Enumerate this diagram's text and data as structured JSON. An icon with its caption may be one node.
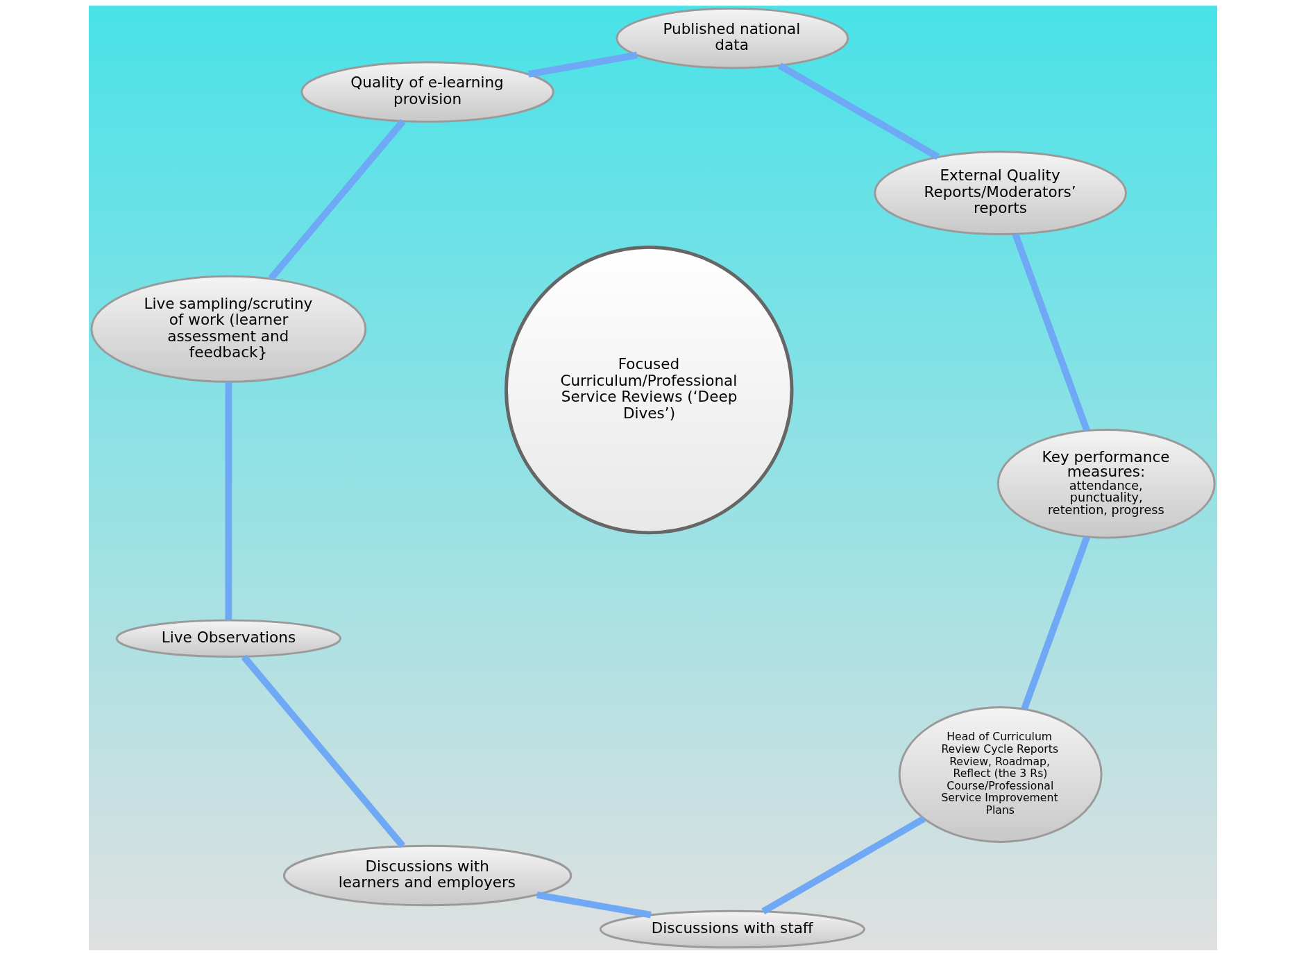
{
  "diagram": {
    "nodes": [
      {
        "text": [
          "Head of Curriculum Review Cycle Reports",
          "Review, Roadmap, Reflect (the 3 Rs)",
          "Course/Professional Service Improvement Plans"
        ]
      },
      {
        "text": [
          "Discussions with staff"
        ]
      },
      {
        "text": [
          "Discussions with learners and employers"
        ]
      },
      {
        "text": [
          "Live Observations"
        ]
      },
      {
        "text": [
          "Live sampling/scrutiny of work (learner assessment and feedback}"
        ]
      },
      {
        "text": [
          "Quality of e-learning provision"
        ]
      },
      {
        "text": [
          "Published national data"
        ]
      },
      {
        "text": [
          "External Quality Reports/Moderators’ reports"
        ]
      },
      {
        "text": [
          "Key performance measures:",
          "attendance, punctuality, retention, progress"
        ]
      },
      {
        "text": [
          "Focused Curriculum/Professional Service Reviews (‘Deep Dives’)"
        ]
      }
    ],
    "edges": [
      {
        "from": 0,
        "to": 1,
        "arrow": "none"
      },
      {
        "from": 1,
        "to": 2,
        "arrow": "none"
      },
      {
        "from": 2,
        "to": 3,
        "arrow": "none"
      },
      {
        "from": 3,
        "to": 4,
        "arrow": "none"
      },
      {
        "from": 4,
        "to": 5,
        "arrow": "none"
      },
      {
        "from": 5,
        "to": 6,
        "arrow": "none"
      },
      {
        "from": 6,
        "to": 7,
        "arrow": "none"
      },
      {
        "from": 7,
        "to": 8,
        "arrow": "none"
      },
      {
        "from": 8,
        "to": 0,
        "arrow": "none"
      }
    ]
  }
}
